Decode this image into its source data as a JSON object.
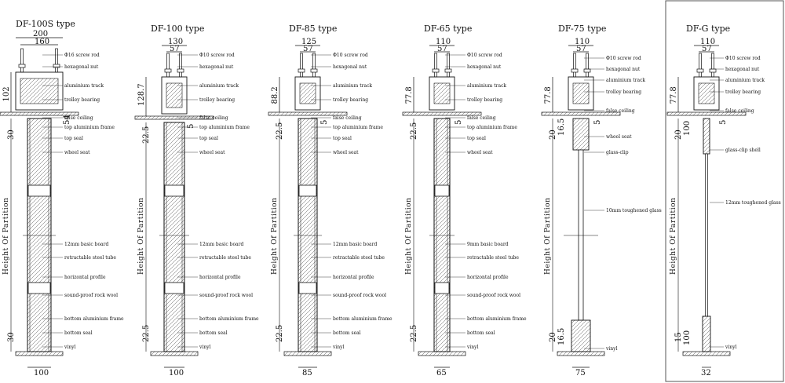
{
  "panels": [
    {
      "key": "df100s",
      "title": "DF-100S type",
      "top_dims": [
        "200",
        "160"
      ],
      "bottom_dim": "100",
      "mount_height": "102",
      "header_dim": "30",
      "side_dim": "54",
      "top_gap": "",
      "bottom_dim_v": "30",
      "bottom_dim_v2": "",
      "height_label": "Height Of Partition",
      "labels": [
        "Φ16 screw rod",
        "hexagonal nut",
        "aluminium track",
        "trolley bearing",
        "false ceiling",
        "top aluminium frame",
        "top seal",
        "wheel seat",
        "12mm basic board",
        "retractable steel tube",
        "horizontal profile",
        "sound-proof rock wool",
        "bottom aluminium frame",
        "bottom seal",
        "vinyl"
      ]
    },
    {
      "key": "df100",
      "title": "DF-100 type",
      "top_dims": [
        "130",
        "57"
      ],
      "bottom_dim": "100",
      "mount_height": "128.7",
      "header_dim": "22.5",
      "side_dim": "5",
      "top_gap": "",
      "bottom_dim_v": "22.5",
      "bottom_dim_v2": "",
      "height_label": "Height Of Partition",
      "labels": [
        "Φ10 screw rod",
        "hexagonal nut",
        "aluminium track",
        "trolley bearing",
        "false ceiling",
        "top aluminium frame",
        "top seal",
        "wheel seat",
        "12mm basic board",
        "retractable steel tube",
        "horizontal profile",
        "sound-proof rock wool",
        "bottom aluminium frame",
        "bottom seal",
        "vinyl"
      ]
    },
    {
      "key": "df85",
      "title": "DF-85 type",
      "top_dims": [
        "125",
        "57"
      ],
      "bottom_dim": "85",
      "mount_height": "88.2",
      "header_dim": "22.5",
      "side_dim": "5",
      "top_gap": "",
      "bottom_dim_v": "22.5",
      "bottom_dim_v2": "",
      "height_label": "Height Of Partition",
      "labels": [
        "Φ10 screw rod",
        "hexagonal nut",
        "aluminium track",
        "trolley bearing",
        "false ceiling",
        "top aluminium frame",
        "top seal",
        "wheel seat",
        "12mm basic board",
        "retractable steel tube",
        "horizontal profile",
        "sound-proof rock wool",
        "bottom aluminium frame",
        "bottom seal",
        "vinyl"
      ]
    },
    {
      "key": "df65",
      "title": "DF-65 type",
      "top_dims": [
        "110",
        "57"
      ],
      "bottom_dim": "65",
      "mount_height": "77.8",
      "header_dim": "22.5",
      "side_dim": "5",
      "top_gap": "",
      "bottom_dim_v": "22.5",
      "bottom_dim_v2": "",
      "height_label": "Height Of Partition",
      "labels": [
        "Φ10 screw rod",
        "hexagonal nut",
        "aluminium track",
        "trolley bearing",
        "false ceiling",
        "top aluminium frame",
        "top seal",
        "wheel seat",
        "9mm basic board",
        "retractable steel tube",
        "horizontal profile",
        "sound-proof rock wool",
        "bottom aluminium frame",
        "bottom seal",
        "vinyl"
      ]
    },
    {
      "key": "df75",
      "title": "DF-75 type",
      "top_dims": [
        "110",
        "57"
      ],
      "bottom_dim": "75",
      "mount_height": "77.8",
      "header_dim": "20",
      "side_dim": "5",
      "top_gap": "16.5",
      "bottom_dim_v": "20",
      "bottom_dim_v2": "16.5",
      "height_label": "Height Of Partition",
      "labels": [
        "Φ10 screw rod",
        "hexagonal nut",
        "aluminium track",
        "trolley bearing",
        "false ceiling",
        "wheel seat",
        "glass-clip",
        "10mm toughened glass",
        "vinyl"
      ]
    },
    {
      "key": "dfg",
      "title": "DF-G type",
      "top_dims": [
        "110",
        "57"
      ],
      "bottom_dim": "32",
      "mount_height": "77.8",
      "header_dim": "20",
      "side_dim": "5",
      "top_gap": "100",
      "bottom_dim_v": "15",
      "bottom_dim_v2": "100",
      "height_label": "Height Of Partition",
      "labels": [
        "Φ10 screw rod",
        "hexagonal nut",
        "aluminium track",
        "trolley bearing",
        "false ceiling",
        "glass-clip shell",
        "12mm toughened glass",
        "vinyl"
      ]
    }
  ]
}
